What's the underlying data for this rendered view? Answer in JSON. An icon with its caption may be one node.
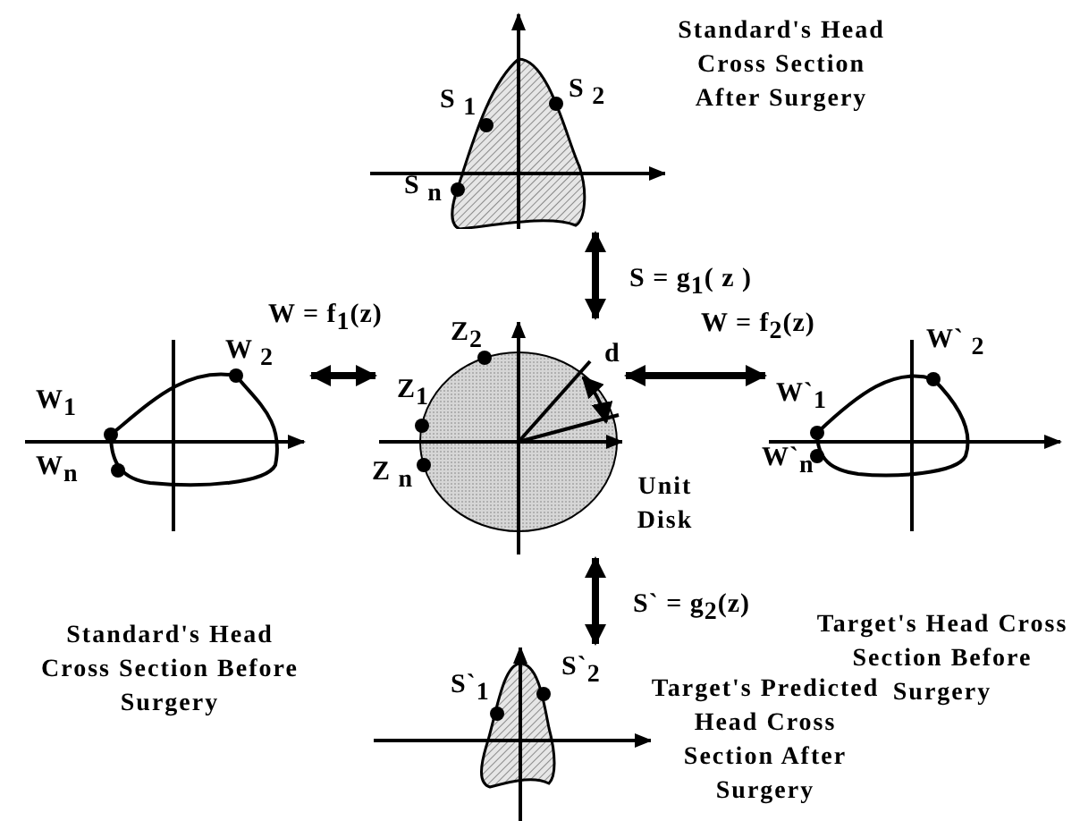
{
  "diagram": {
    "nodes": [
      {
        "text": [
          "Standard's Head Cross Section After Surgery"
        ]
      },
      {
        "text": [
          "Standard's Head Cross Section Before Surgery"
        ]
      },
      {
        "text": [
          "Unit Disk"
        ]
      },
      {
        "text": [
          "Target's Head Cross Section Before Surgery"
        ]
      },
      {
        "text": [
          "Target's Predicted Head Cross Section After Surgery"
        ]
      }
    ],
    "edges": [
      {
        "from": 0,
        "to": 2,
        "arrow": "both",
        "label": "S = g$_{1}$( z )"
      },
      {
        "from": 1,
        "to": 2,
        "arrow": "both",
        "label": "W = f$_{1}$(z)"
      },
      {
        "from": 2,
        "to": 3,
        "arrow": "both",
        "label": "W = f$_{2}$(z)"
      },
      {
        "from": 2,
        "to": 4,
        "arrow": "both",
        "label": "S` = g$_{2}$(z)"
      }
    ],
    "labels": [
      "S $_{1}$",
      "S $_{2}$",
      "S $_{n}$",
      "W $_{2}$",
      "W$_{1}$",
      "Z$_{2}$",
      "d",
      "W` $_{2}$",
      "Z$_{1}$",
      "W`$_{1}$",
      "W$_{n}$",
      "Z $_{n}$",
      "W`$_{n}$",
      "S`$_{1}$",
      "S`$_{2}$"
    ]
  }
}
